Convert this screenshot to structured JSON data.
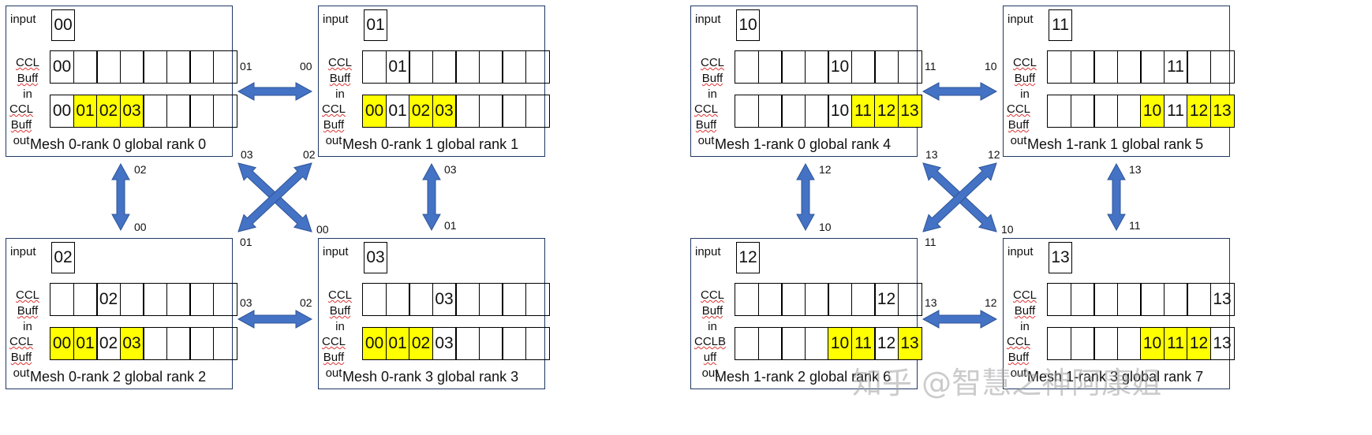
{
  "labels": {
    "input": "input",
    "buff_in": [
      "CCL",
      "Buff",
      "in"
    ],
    "buff_out": [
      "CCL",
      "Buff",
      "out"
    ],
    "buff_out_alt": [
      "CCLB",
      "uff",
      "out"
    ]
  },
  "colors": {
    "highlight": "#ffff00",
    "arrow": "#4472c4",
    "arrow_edge": "#2f5597",
    "border": "#1f3864"
  },
  "meshes": [
    {
      "ranks": [
        {
          "input": "00",
          "buff_in": [
            "00",
            "",
            "",
            "",
            "",
            "",
            "",
            ""
          ],
          "buff_out": [
            "00",
            "01",
            "02",
            "03",
            "",
            "",
            "",
            ""
          ],
          "highlight": [
            1,
            2,
            3
          ],
          "caption": "Mesh 0-rank 0 global rank 0"
        },
        {
          "input": "01",
          "buff_in": [
            "",
            "01",
            "",
            "",
            "",
            "",
            "",
            ""
          ],
          "buff_out": [
            "00",
            "01",
            "02",
            "03",
            "",
            "",
            "",
            ""
          ],
          "highlight": [
            0,
            2,
            3
          ],
          "caption": "Mesh 0-rank 1 global rank 1"
        },
        {
          "input": "02",
          "buff_in": [
            "",
            "",
            "02",
            "",
            "",
            "",
            "",
            ""
          ],
          "buff_out": [
            "00",
            "01",
            "02",
            "03",
            "",
            "",
            "",
            ""
          ],
          "highlight": [
            0,
            1,
            3
          ],
          "caption": "Mesh 0-rank 2 global rank 2"
        },
        {
          "input": "03",
          "buff_in": [
            "",
            "",
            "",
            "03",
            "",
            "",
            "",
            ""
          ],
          "buff_out": [
            "00",
            "01",
            "02",
            "03",
            "",
            "",
            "",
            ""
          ],
          "highlight": [
            0,
            1,
            2
          ],
          "caption": "Mesh 0-rank 3 global rank 3"
        }
      ],
      "arrows": {
        "top": [
          "01",
          "00"
        ],
        "bottom": [
          "03",
          "02"
        ],
        "left": [
          "02",
          "00"
        ],
        "right": [
          "03",
          "01"
        ],
        "diag_a": [
          "03",
          "00"
        ],
        "diag_b": [
          "02",
          "01"
        ]
      }
    },
    {
      "ranks": [
        {
          "input": "10",
          "buff_in": [
            "",
            "",
            "",
            "",
            "10",
            "",
            "",
            ""
          ],
          "buff_out": [
            "",
            "",
            "",
            "",
            "10",
            "11",
            "12",
            "13"
          ],
          "highlight": [
            5,
            6,
            7
          ],
          "caption": "Mesh 1-rank 0 global rank 4"
        },
        {
          "input": "11",
          "buff_in": [
            "",
            "",
            "",
            "",
            "",
            "11",
            "",
            ""
          ],
          "buff_out": [
            "",
            "",
            "",
            "",
            "10",
            "11",
            "12",
            "13"
          ],
          "highlight": [
            4,
            6,
            7
          ],
          "caption": "Mesh 1-rank 1 global rank 5"
        },
        {
          "input": "12",
          "buff_in": [
            "",
            "",
            "",
            "",
            "",
            "",
            "12",
            ""
          ],
          "buff_out": [
            "",
            "",
            "",
            "",
            "10",
            "11",
            "12",
            "13"
          ],
          "highlight": [
            4,
            5,
            7
          ],
          "caption": "Mesh 1-rank 2 global rank 6"
        },
        {
          "input": "13",
          "buff_in": [
            "",
            "",
            "",
            "",
            "",
            "",
            "",
            "13"
          ],
          "buff_out": [
            "",
            "",
            "",
            "",
            "10",
            "11",
            "12",
            "13"
          ],
          "highlight": [
            4,
            5,
            6
          ],
          "caption": "Mesh 1-rank 3 global rank 7"
        }
      ],
      "arrows": {
        "top": [
          "11",
          "10"
        ],
        "bottom": [
          "13",
          "12"
        ],
        "left": [
          "12",
          "10"
        ],
        "right": [
          "13",
          "11"
        ],
        "diag_a": [
          "13",
          "10"
        ],
        "diag_b": [
          "12",
          "11"
        ]
      }
    }
  ],
  "watermark": "知乎 @智慧之神阿康姐"
}
